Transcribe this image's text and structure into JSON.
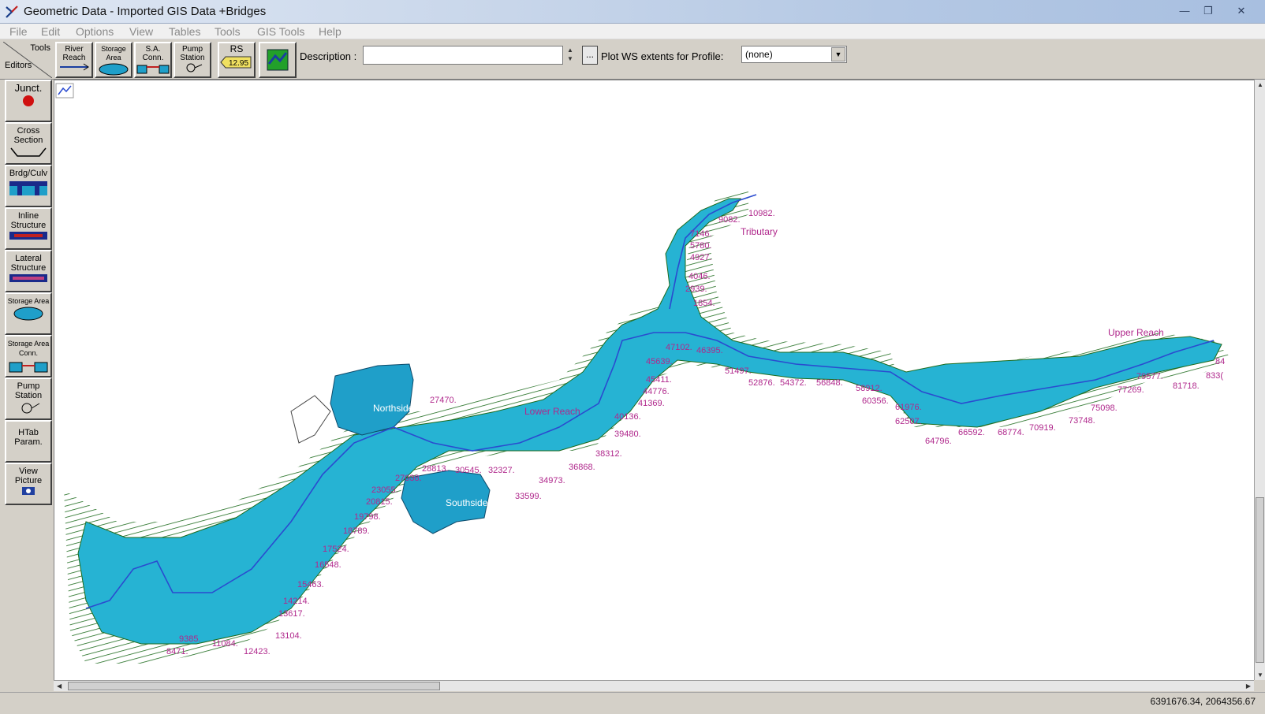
{
  "window": {
    "title": "Geometric Data - Imported GIS Data +Bridges",
    "minimize": "—",
    "maximize": "❐",
    "close": "✕"
  },
  "menu": [
    "File",
    "Edit",
    "Options",
    "View",
    "Tables",
    "Tools",
    "GIS Tools",
    "Help"
  ],
  "toolbar": {
    "corner_tools": "Tools",
    "corner_editors": "Editors",
    "buttons": [
      {
        "label": "River Reach",
        "icon": "river-reach-icon"
      },
      {
        "label": "Storage Area",
        "icon": "storage-area-icon"
      },
      {
        "label": "S.A. Conn.",
        "icon": "sa-connection-icon"
      },
      {
        "label": "Pump Station",
        "icon": "pump-station-icon"
      },
      {
        "label": "RS",
        "icon": "river-station-tag-icon",
        "tag": "12.95"
      },
      {
        "label": "",
        "icon": "background-map-icon"
      }
    ],
    "description_label": "Description :",
    "description_value": "",
    "dots_label": "...",
    "plot_ws_label": "Plot WS extents for Profile:",
    "profile_value": "(none)"
  },
  "editors": [
    {
      "label": "Junct.",
      "icon": "junction-icon"
    },
    {
      "label": "Cross Section",
      "icon": "cross-section-icon"
    },
    {
      "label": "Brdg/Culv",
      "icon": "bridge-culvert-icon"
    },
    {
      "label": "Inline Structure",
      "icon": "inline-structure-icon"
    },
    {
      "label": "Lateral Structure",
      "icon": "lateral-structure-icon"
    },
    {
      "label": "Storage Area",
      "icon": "storage-area-icon"
    },
    {
      "label": "Storage Area Conn.",
      "icon": "storage-area-connection-icon"
    },
    {
      "label": "Pump Station",
      "icon": "pump-station-icon"
    },
    {
      "label": "HTab Param.",
      "icon": ""
    },
    {
      "label": "View Picture",
      "icon": "camera-icon"
    }
  ],
  "map": {
    "reach_names": {
      "tributary": "Tributary",
      "upper": "Upper Reach",
      "lower": "Lower Reach"
    },
    "storage_areas": {
      "north": "Northside",
      "south": "Southside"
    },
    "station_labels": [
      "10982.",
      "9082.",
      "7146.",
      "5780.",
      "4927.",
      "4046.",
      "2939.",
      "1854.",
      "47102.",
      "46395.",
      "45639.",
      "45411.",
      "44776.",
      "41369.",
      "40136.",
      "39480.",
      "38312.",
      "36868.",
      "34973.",
      "33599.",
      "32327.",
      "30545.",
      "28813.",
      "27470.",
      "27038.",
      "23055.",
      "20815.",
      "19798.",
      "18789.",
      "17524.",
      "16548.",
      "15463.",
      "14214.",
      "13617.",
      "13104.",
      "12423.",
      "11084.",
      "9385.",
      "8471.",
      "51497.",
      "52876.",
      "54372.",
      "56848.",
      "58912.",
      "60356.",
      "61976.",
      "62507.",
      "64796.",
      "66592.",
      "68774.",
      "70919.",
      "73748.",
      "75098.",
      "77269.",
      "79577.",
      "81718.",
      "84",
      "833("
    ]
  },
  "status": {
    "coordinates": "6391676.34, 2064356.67"
  },
  "colors": {
    "water": "#26b3d3",
    "storage": "#1f9fc9",
    "cross_section": "#1d6b1d",
    "label": "#b0288c",
    "channel": "#2a4bd0"
  }
}
